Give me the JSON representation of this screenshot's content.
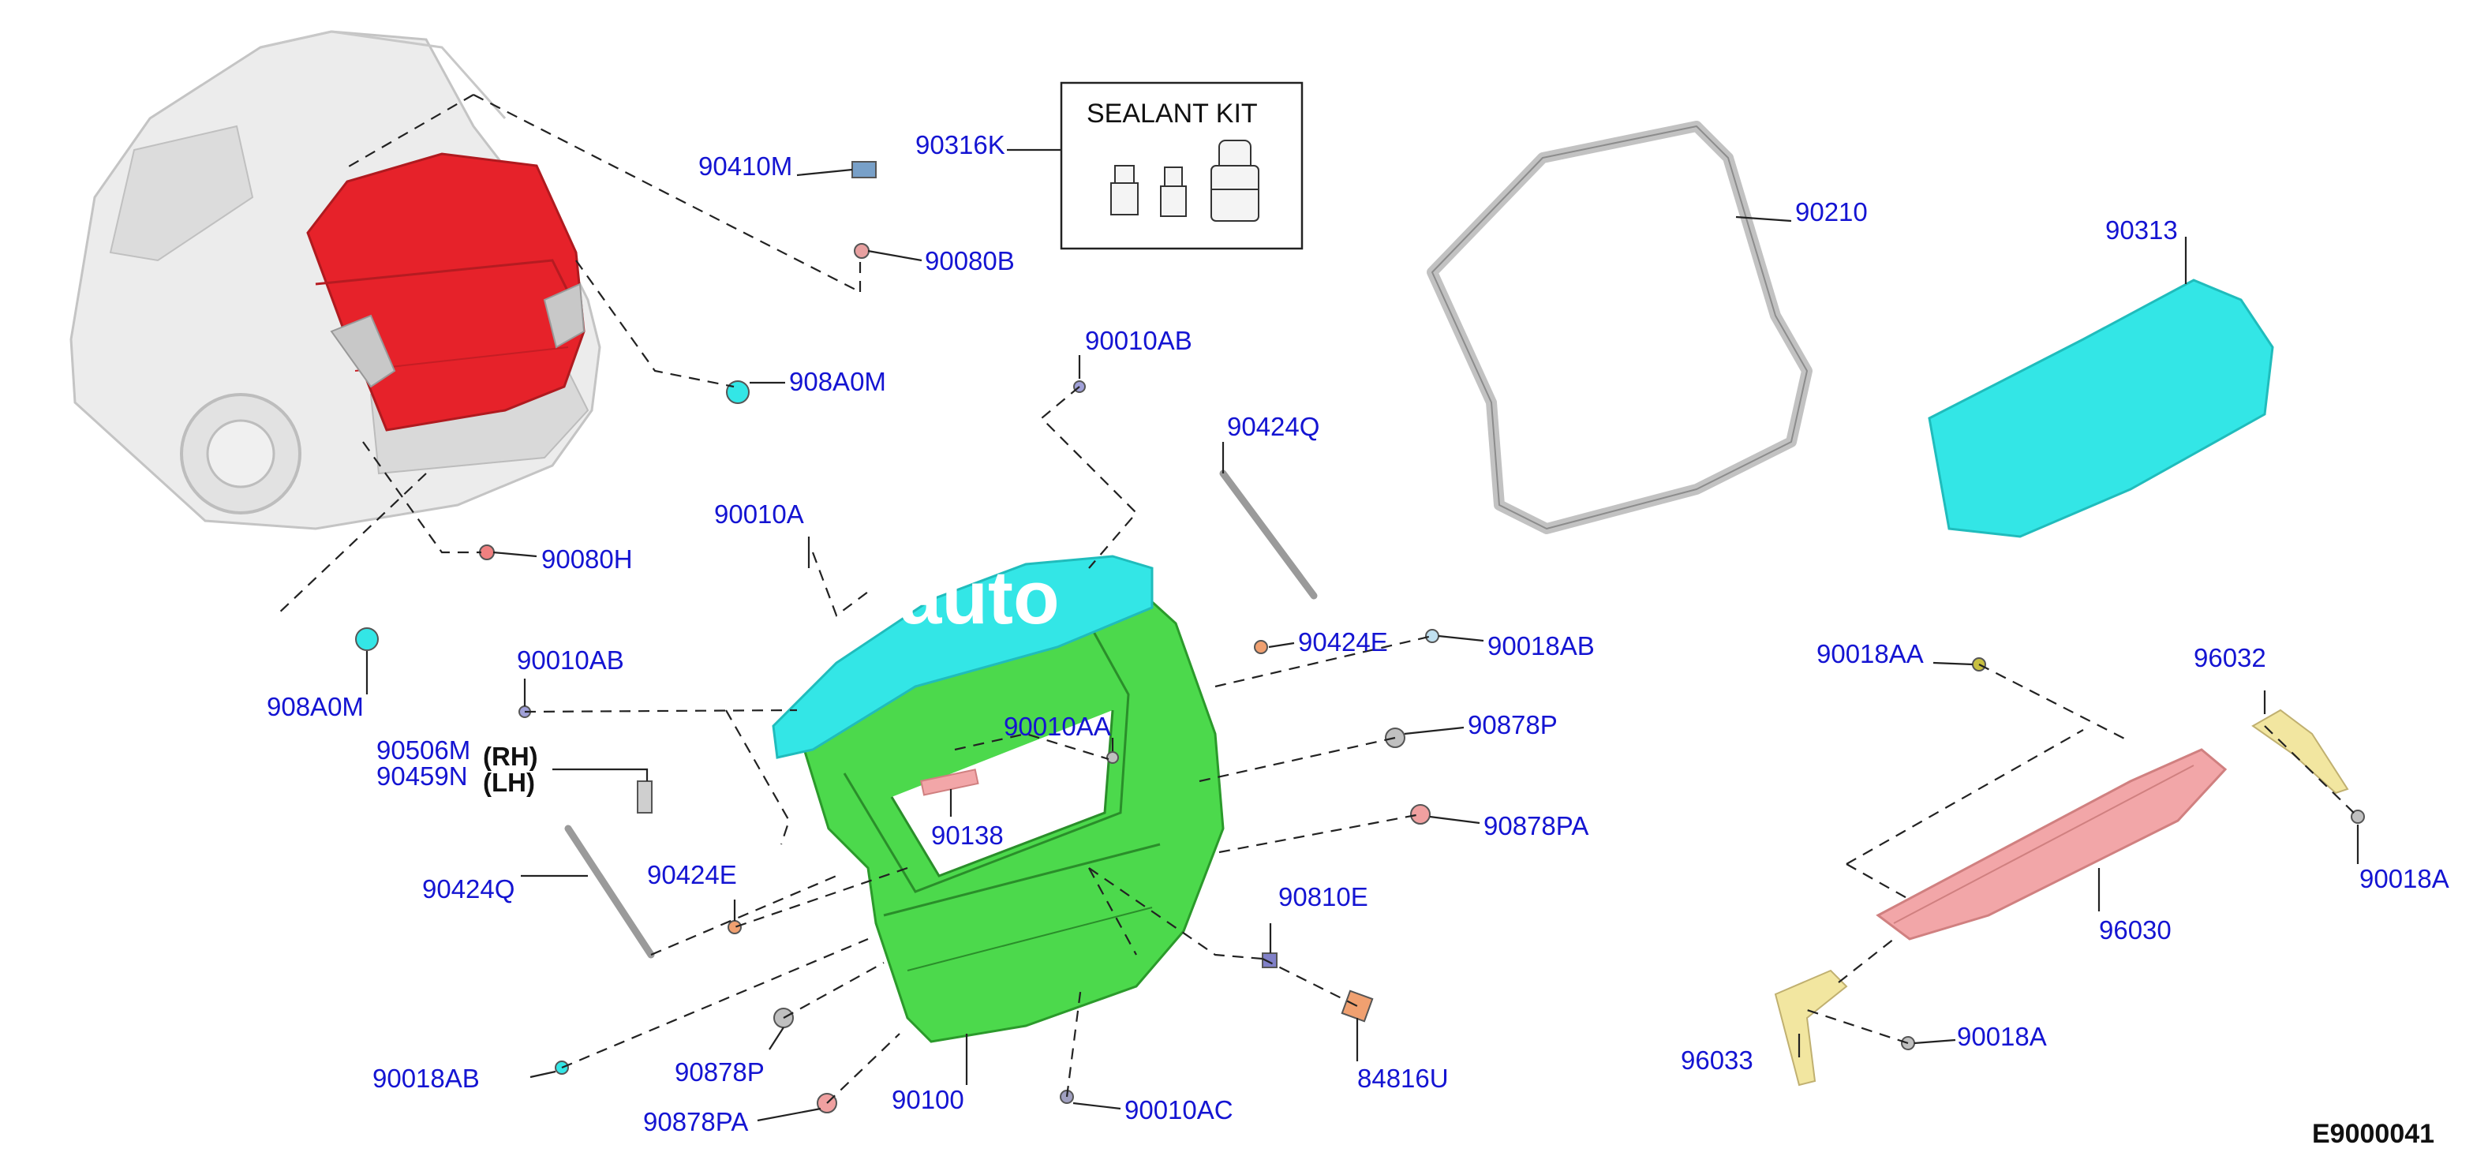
{
  "diagram": {
    "code": "E9000041",
    "sealant_kit": {
      "title": "SEALANT KIT",
      "part": "90316K"
    },
    "watermark": "auto",
    "side_markers": {
      "rh": "(RH)",
      "lh": "(LH)"
    },
    "parts": [
      "90410M",
      "90080B",
      "908A0M",
      "90080H",
      "908A0M",
      "90010AB",
      "90424Q",
      "90010A",
      "90424E",
      "90018AB",
      "90010AB",
      "90506M",
      "90459N",
      "90010AA",
      "90878P",
      "90138",
      "90878PA",
      "90424Q",
      "90424E",
      "90810E",
      "84816U",
      "90018AB",
      "90878P",
      "90878PA",
      "90100",
      "90010AC",
      "90210",
      "90313",
      "90018AA",
      "96032",
      "90018A",
      "96030",
      "96033",
      "90018A"
    ],
    "colors": {
      "label": "#1414d2",
      "back_door_panel": "#e6222a",
      "glass": "#33e6e6",
      "back_door": "#4cd94c",
      "garnish": "#f2a6a8",
      "bracket": "#f2e6a0"
    }
  }
}
